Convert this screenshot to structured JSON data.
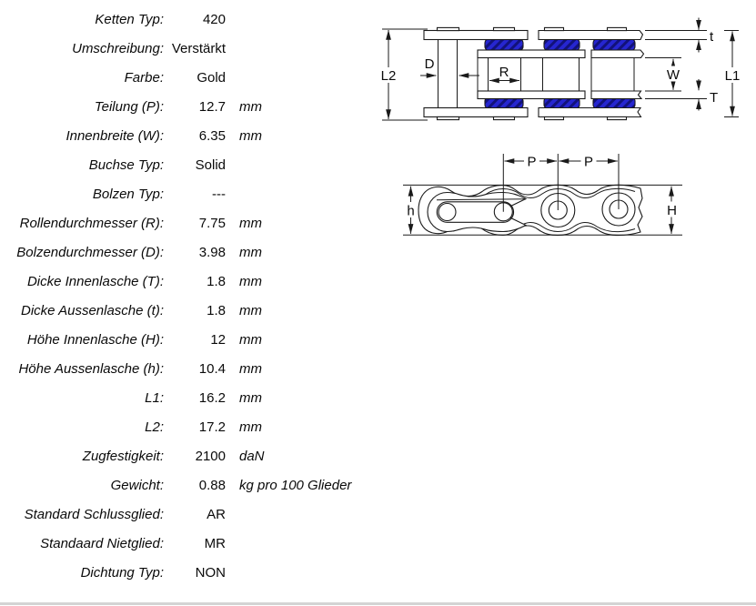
{
  "table": {
    "rows": [
      {
        "label": "Ketten Typ:",
        "value": "420",
        "unit": ""
      },
      {
        "label": "Umschreibung:",
        "value": "Verstärkt",
        "unit": ""
      },
      {
        "label": "Farbe:",
        "value": "Gold",
        "unit": ""
      },
      {
        "label": "Teilung (P):",
        "value": "12.7",
        "unit": "mm"
      },
      {
        "label": "Innenbreite (W):",
        "value": "6.35",
        "unit": "mm"
      },
      {
        "label": "Buchse Typ:",
        "value": "Solid",
        "unit": ""
      },
      {
        "label": "Bolzen Typ:",
        "value": "---",
        "unit": ""
      },
      {
        "label": "Rollendurchmesser (R):",
        "value": "7.75",
        "unit": "mm"
      },
      {
        "label": "Bolzendurchmesser (D):",
        "value": "3.98",
        "unit": "mm"
      },
      {
        "label": "Dicke Innenlasche (T):",
        "value": "1.8",
        "unit": "mm"
      },
      {
        "label": "Dicke Aussenlasche (t):",
        "value": "1.8",
        "unit": "mm"
      },
      {
        "label": "Höhe Innenlasche (H):",
        "value": "12",
        "unit": "mm"
      },
      {
        "label": "Höhe Aussenlasche (h):",
        "value": "10.4",
        "unit": "mm"
      },
      {
        "label": "L1:",
        "value": "16.2",
        "unit": "mm"
      },
      {
        "label": "L2:",
        "value": "17.2",
        "unit": "mm"
      },
      {
        "label": "Zugfestigkeit:",
        "value": "2100",
        "unit": "daN"
      },
      {
        "label": "Gewicht:",
        "value": "0.88",
        "unit": "kg pro 100 Glieder"
      },
      {
        "label": "Standard Schlussglied:",
        "value": "AR",
        "unit": ""
      },
      {
        "label": "Standaard Nietglied:",
        "value": "MR",
        "unit": ""
      },
      {
        "label": "Dichtung Typ:",
        "value": "NON",
        "unit": ""
      }
    ]
  },
  "diagrams": {
    "cross_section": {
      "labels": {
        "L2": "L2",
        "D": "D",
        "R": "R",
        "W": "W",
        "t": "t",
        "T": "T",
        "L1": "L1"
      }
    },
    "side_view": {
      "labels": {
        "P1": "P",
        "P2": "P",
        "h": "h",
        "H": "H"
      }
    }
  },
  "colors": {
    "roller_blue": "#2626d0",
    "roller_hatch": "#12127a",
    "line": "#1a1a1a",
    "divider": "#d4d4d4"
  }
}
